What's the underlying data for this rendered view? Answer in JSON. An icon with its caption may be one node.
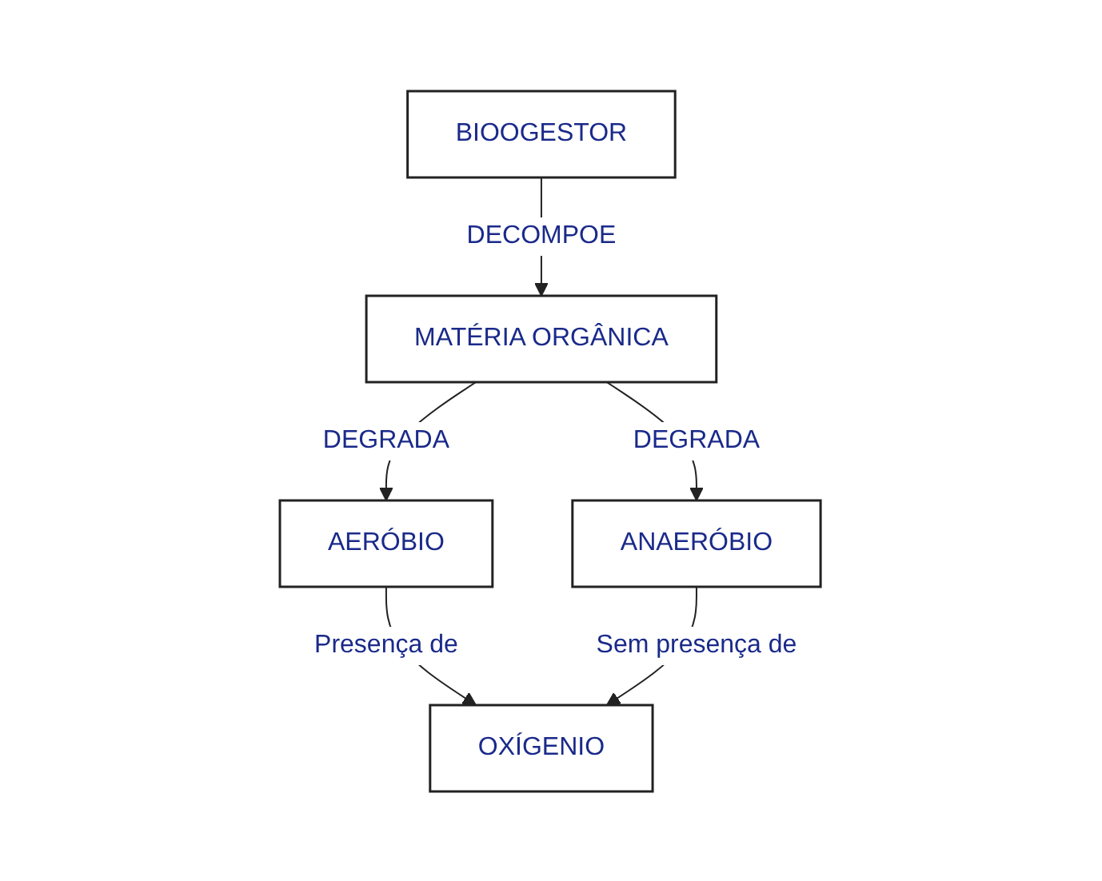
{
  "diagram": {
    "nodes": [
      {
        "text": [
          "BIOOGESTOR"
        ]
      },
      {
        "text": [
          "MATÉRIA ORGÂNICA"
        ]
      },
      {
        "text": [
          "AERÓBIO"
        ]
      },
      {
        "text": [
          "ANAERÓBIO"
        ]
      },
      {
        "text": [
          "OXÍGENIO"
        ]
      }
    ],
    "edges": [
      {
        "from": 0,
        "to": 1,
        "arrow": "to",
        "label": "DECOMPOE"
      },
      {
        "from": 1,
        "to": 2,
        "arrow": "to",
        "label": "DEGRADA"
      },
      {
        "from": 1,
        "to": 3,
        "arrow": "to",
        "label": "DEGRADA"
      },
      {
        "from": 2,
        "to": 4,
        "arrow": "to",
        "label": "Presença de"
      },
      {
        "from": 3,
        "to": 4,
        "arrow": "to",
        "label": "Sem presença de"
      }
    ]
  }
}
